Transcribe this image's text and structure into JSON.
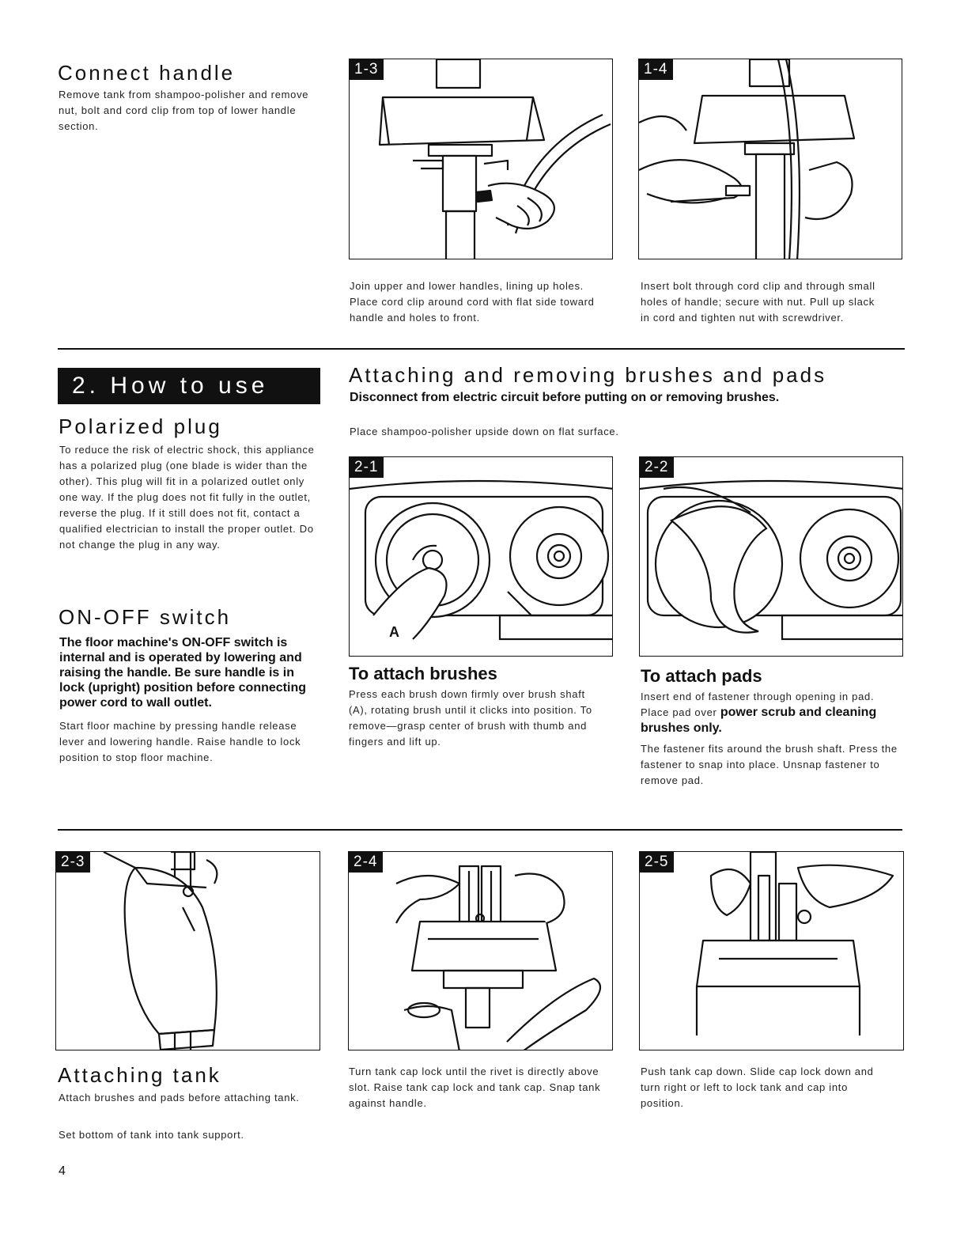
{
  "connect_handle": {
    "title": "Connect handle",
    "body": "Remove tank from shampoo-polisher and remove nut, bolt and cord clip from top of lower handle section."
  },
  "figures": {
    "f13": {
      "label": "1-3",
      "caption": "Join upper and lower handles, lining up holes. Place cord clip around cord with flat side toward handle and holes to front."
    },
    "f14": {
      "label": "1-4",
      "caption": "Insert bolt through cord clip and through small holes of handle; secure with nut. Pull up slack in cord and tighten nut with screwdriver."
    },
    "f21": {
      "label": "2-1",
      "marker": "A"
    },
    "f22": {
      "label": "2-2"
    },
    "f23": {
      "label": "2-3"
    },
    "f24": {
      "label": "2-4",
      "caption": "Turn tank cap lock until the rivet is directly above slot. Raise tank cap lock and tank cap. Snap tank against handle."
    },
    "f25": {
      "label": "2-5",
      "caption": "Push tank cap down. Slide cap lock down and turn right or left to lock tank and cap into position."
    }
  },
  "how_to_use": {
    "banner": "2. How to use"
  },
  "polarized_plug": {
    "title": "Polarized plug",
    "body": "To reduce the risk of electric shock, this appliance has a polarized plug (one blade is wider than the other). This plug will fit in a polarized outlet only one way. If the plug does not fit fully in the outlet, reverse the plug. If it still does not fit, contact a qualified electrician to install the proper outlet. Do not change the plug in any way."
  },
  "on_off_switch": {
    "title": "ON-OFF switch",
    "warning": "The floor machine's ON-OFF switch is internal and is operated by lowering and raising the handle. Be sure handle is in lock (upright) position before connecting power cord to wall outlet.",
    "body": "Start floor machine by pressing handle release lever and lowering handle. Raise handle to lock position to stop floor machine."
  },
  "brushes_pads": {
    "title": "Attaching and removing brushes and pads",
    "warning": "Disconnect from electric circuit before putting on or removing brushes.",
    "intro": "Place shampoo-polisher upside down on flat surface."
  },
  "attach_brushes": {
    "title": "To attach brushes",
    "body": "Press each brush down firmly over brush shaft (A), rotating brush until it clicks into position. To remove—grasp center of brush with thumb and fingers and lift up."
  },
  "attach_pads": {
    "title": "To attach pads",
    "body1": "Insert end of fastener through opening in pad. Place pad over ",
    "body1_bold": "power scrub and cleaning brushes only.",
    "body2": "The fastener fits around the brush shaft. Press the fastener to snap into place. Unsnap fastener to remove pad."
  },
  "attaching_tank": {
    "title": "Attaching tank",
    "body1": "Attach brushes and pads before attaching tank.",
    "body2": "Set bottom of tank into tank support."
  },
  "page_number": "4"
}
